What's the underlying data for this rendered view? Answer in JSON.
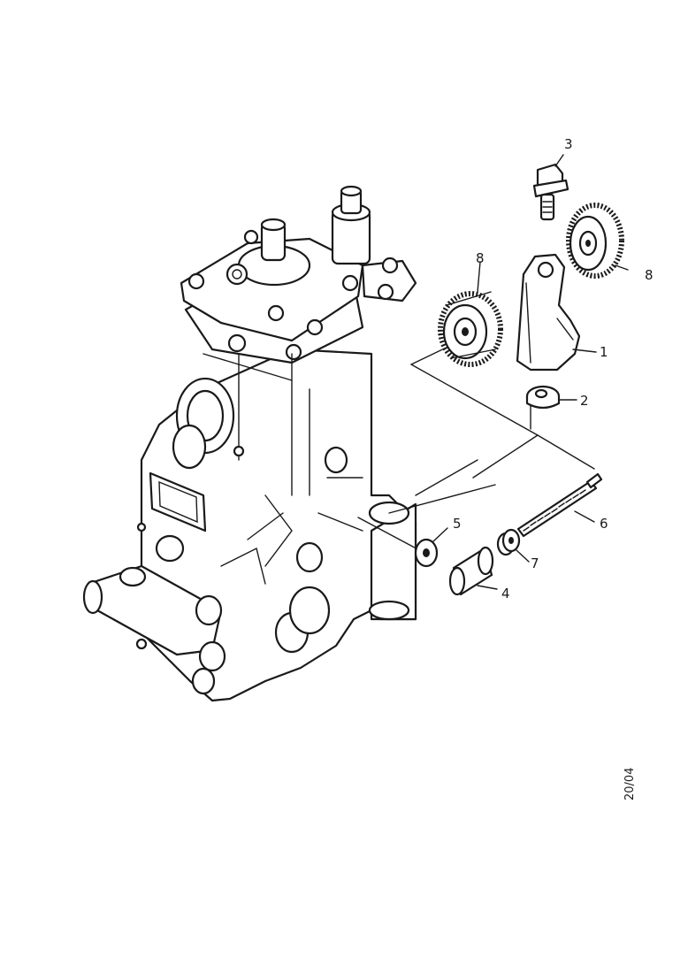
{
  "figure_id": "20/04",
  "callouts": {
    "c1": "1",
    "c2": "2",
    "c3": "3",
    "c4": "4",
    "c5": "5",
    "c6": "6",
    "c7": "7",
    "c8a": "8",
    "c8b": "8"
  },
  "line_color": "#1a1a1a",
  "background": "#ffffff"
}
